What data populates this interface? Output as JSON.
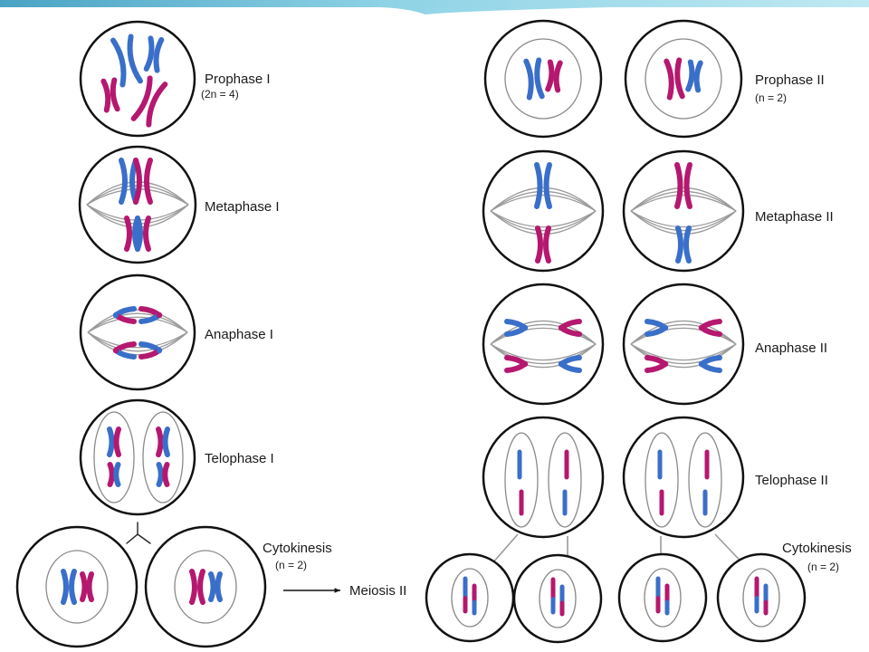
{
  "colors": {
    "chromosome_blue": "#3a6fc9",
    "chromosome_magenta": "#b5186f",
    "cell_outline": "#111111",
    "spindle": "#9a9a9a",
    "nucleus_outline": "#8a8a8a",
    "banner": "#7cc7dc"
  },
  "meiosis_one": {
    "prophase_label": "Prophase I",
    "prophase_ploidy": "(2n = 4)",
    "metaphase_label": "Metaphase I",
    "anaphase_label": "Anaphase I",
    "telophase_label": "Telophase I",
    "cytokinesis_label": "Cytokinesis",
    "cytokinesis_ploidy": "(n = 2)",
    "next_stage_label": "Meiosis II"
  },
  "meiosis_two": {
    "prophase_label": "Prophase II",
    "prophase_ploidy": "(n = 2)",
    "metaphase_label": "Metaphase II",
    "anaphase_label": "Anaphase II",
    "telophase_label": "Telophase II",
    "cytokinesis_label": "Cytokinesis",
    "cytokinesis_ploidy": "(n = 2)"
  }
}
